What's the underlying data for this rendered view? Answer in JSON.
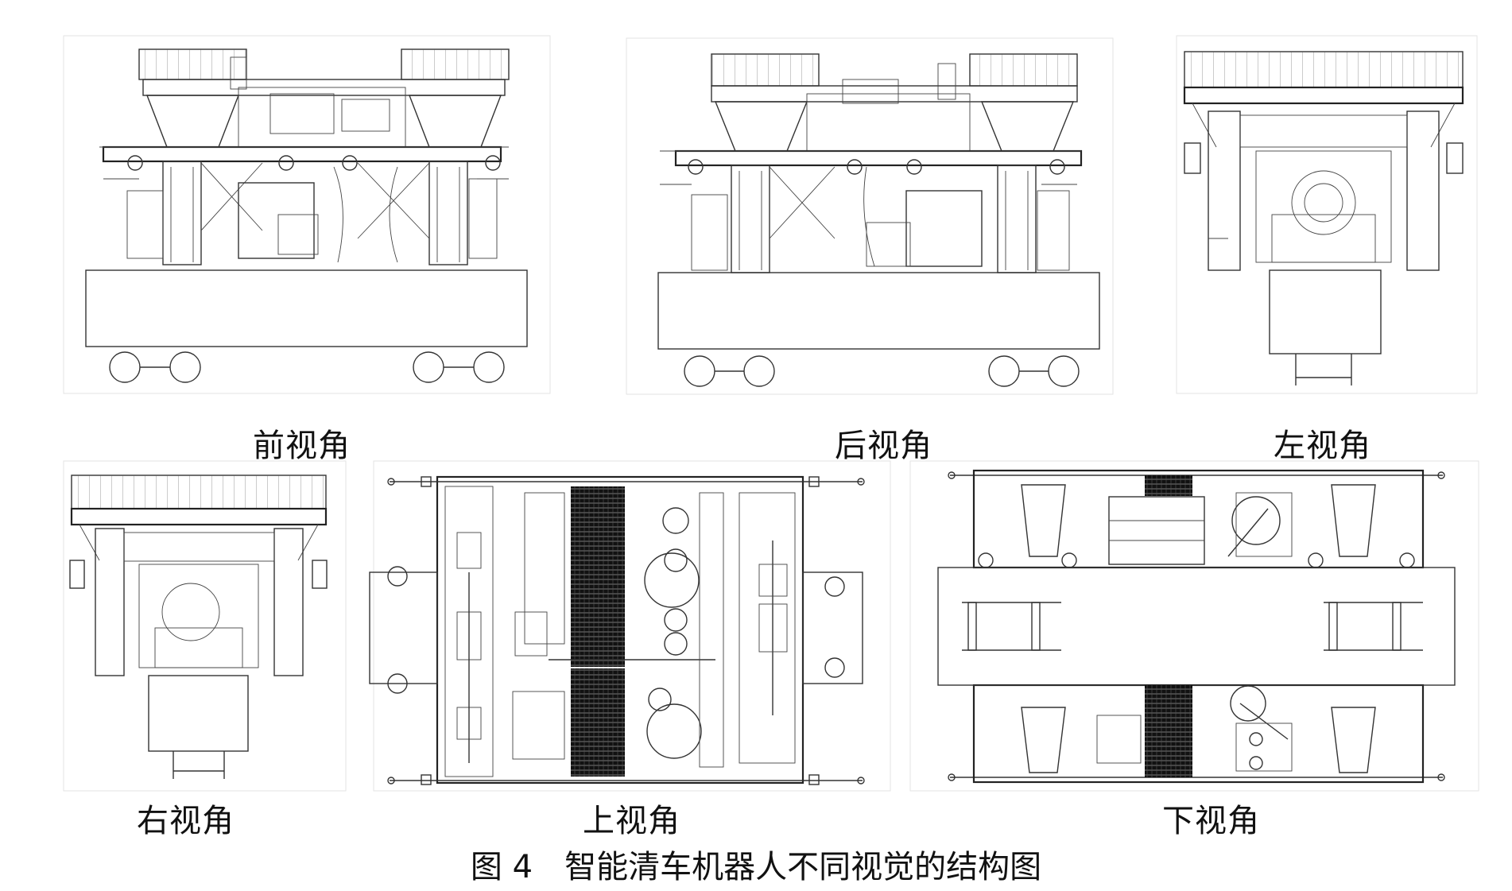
{
  "views": [
    {
      "key": "front",
      "label": "前视角"
    },
    {
      "key": "rear",
      "label": "后视角"
    },
    {
      "key": "left",
      "label": "左视角"
    },
    {
      "key": "right",
      "label": "右视角"
    },
    {
      "key": "top",
      "label": "上视角"
    },
    {
      "key": "bottom",
      "label": "下视角"
    }
  ],
  "caption": "图 4　智能清车机器人不同视觉的结构图"
}
